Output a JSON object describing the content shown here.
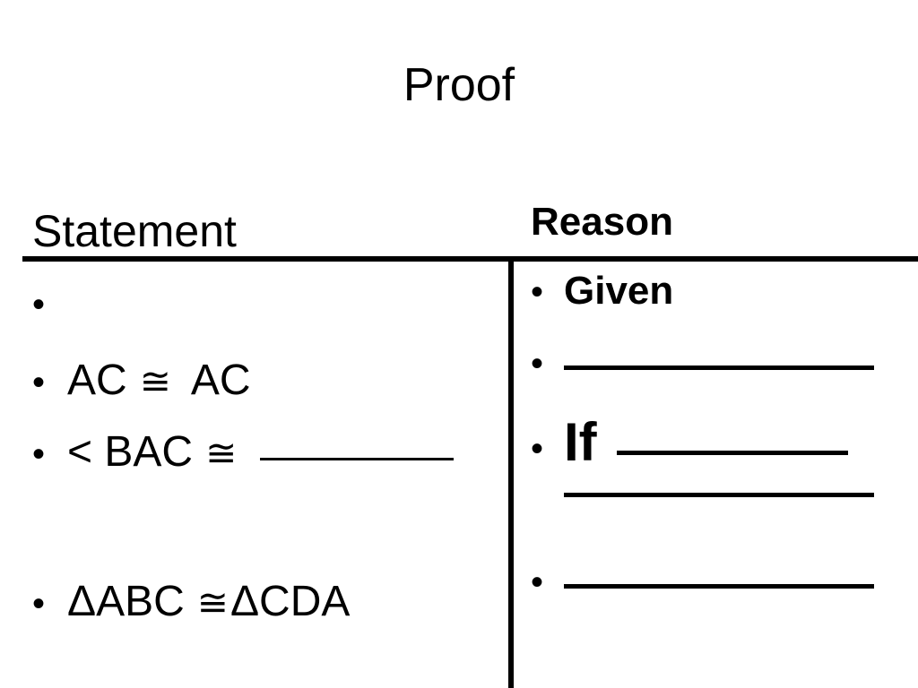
{
  "title": "Proof",
  "headings": {
    "statement": "Statement",
    "reason": "Reason"
  },
  "statements": [
    {
      "bullet": "•",
      "text": ""
    },
    {
      "bullet": "•",
      "left": "AC",
      "symbol": "≅",
      "right": "AC"
    },
    {
      "bullet": "•",
      "left": "< BAC",
      "symbol": "≅",
      "right": ""
    },
    {
      "bullet": "•",
      "left": "ΔABC",
      "symbol": "≅",
      "right": "ΔCDA"
    }
  ],
  "reasons": [
    {
      "bullet": "•",
      "text": "Given"
    },
    {
      "bullet": "•",
      "text": ""
    },
    {
      "bullet": "•",
      "text": "If"
    },
    {
      "bullet": "•",
      "text": ""
    }
  ]
}
